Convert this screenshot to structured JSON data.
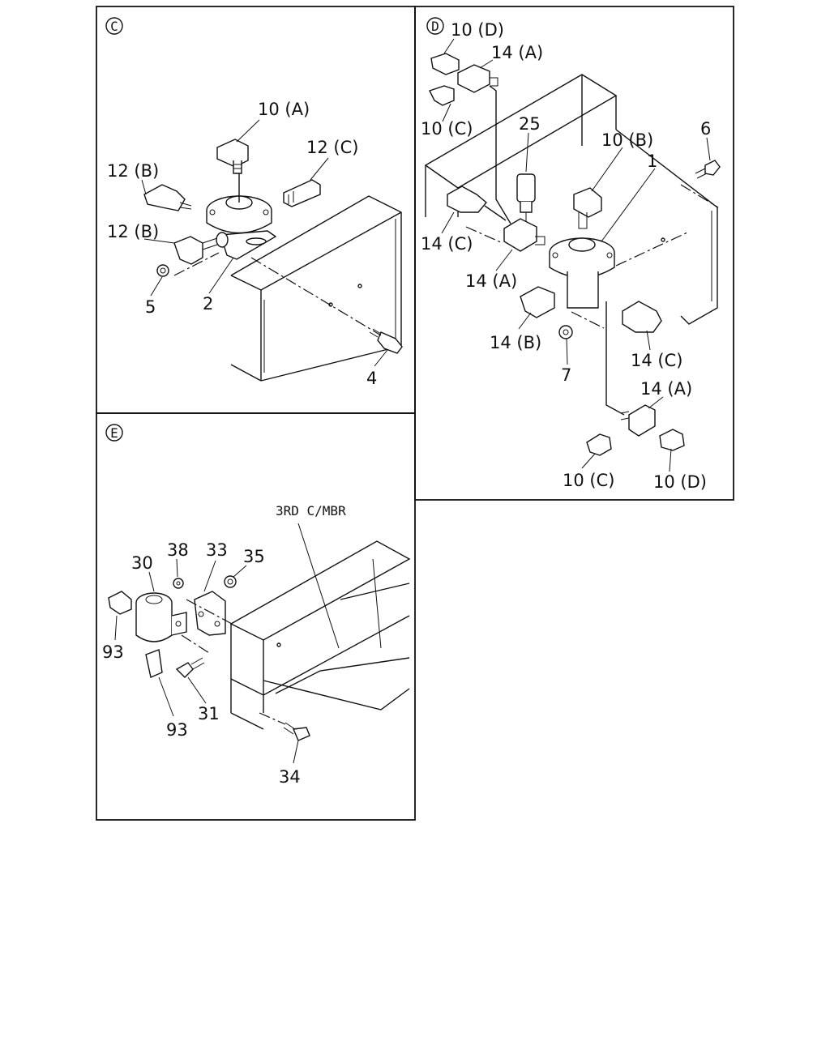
{
  "panels": {
    "c": {
      "badge": "C",
      "labels": {
        "l10a": "10 (A)",
        "l12c": "12 (C)",
        "l12b_top": "12 (B)",
        "l12b_bot": "12 (B)",
        "l5": "5",
        "l2": "2",
        "l4": "4"
      }
    },
    "d": {
      "badge": "D",
      "labels": {
        "l10d_top": "10 (D)",
        "l14a_top": "14 (A)",
        "l10c_top": "10 (C)",
        "l25": "25",
        "l10b": "10 (B)",
        "l6": "6",
        "l1": "1",
        "l14c_left": "14 (C)",
        "l14a_mid": "14 (A)",
        "l14b": "14 (B)",
        "l7": "7",
        "l14c_right": "14 (C)",
        "l14a_bot": "14 (A)",
        "l10c_bot": "10 (C)",
        "l10d_bot": "10 (D)"
      }
    },
    "e": {
      "badge": "E",
      "labels": {
        "l3rd": "3RD C/MBR",
        "l30": "30",
        "l38": "38",
        "l33": "33",
        "l35": "35",
        "l93_top": "93",
        "l93_bot": "93",
        "l31": "31",
        "l34": "34"
      }
    }
  }
}
